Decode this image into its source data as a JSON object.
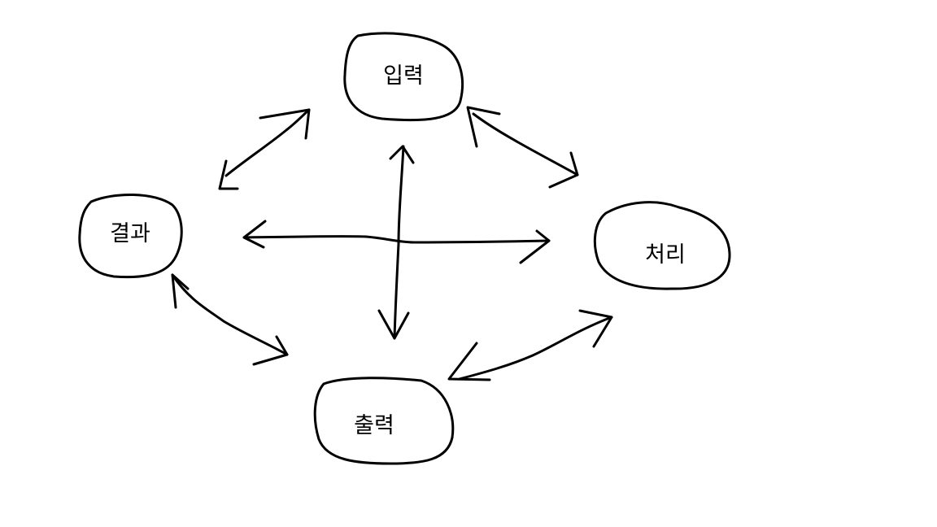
{
  "diagram": {
    "nodes": {
      "input": {
        "label": "입력"
      },
      "process": {
        "label": "처리"
      },
      "output": {
        "label": "출력"
      },
      "result": {
        "label": "결과"
      }
    },
    "edges": [
      {
        "from": "input",
        "to": "process",
        "direction": "both"
      },
      {
        "from": "process",
        "to": "output",
        "direction": "both"
      },
      {
        "from": "output",
        "to": "result",
        "direction": "both"
      },
      {
        "from": "result",
        "to": "input",
        "direction": "both"
      },
      {
        "from": "input",
        "to": "output",
        "direction": "both"
      },
      {
        "from": "result",
        "to": "process",
        "direction": "both"
      }
    ],
    "colors": {
      "background": "#ffffff",
      "ink": "#000000"
    }
  }
}
